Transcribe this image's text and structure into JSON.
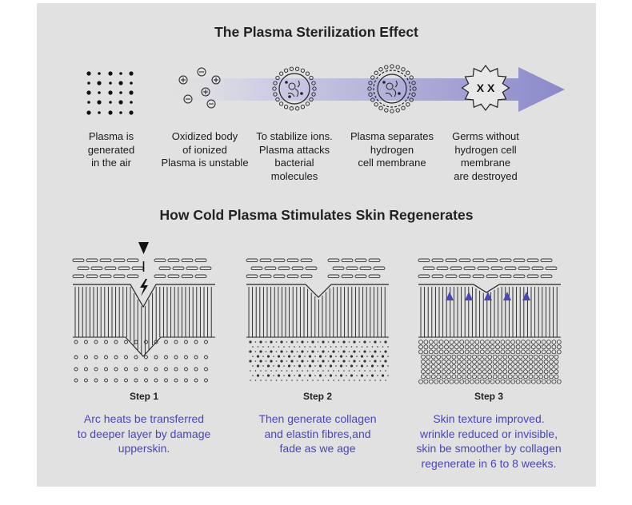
{
  "sterilization": {
    "title": "The Plasma Sterilization Effect",
    "stages": [
      {
        "caption": "Plasma is\ngenerated\nin the air",
        "icon": "dots-grid-icon"
      },
      {
        "caption": "Oxidized body\nof ionized\nPlasma is unstable",
        "icon": "ions-icon"
      },
      {
        "caption": "To stabilize ions.\nPlasma attacks\nbacterial\nmolecules",
        "icon": "bacteria-attacked-icon"
      },
      {
        "caption": "Plasma separates\nhydrogen\ncell membrane",
        "icon": "bacteria-membrane-icon"
      },
      {
        "caption": "Germs without\nhydrogen cell\nmembrane\nare destroyed",
        "icon": "destroyed-germ-icon"
      }
    ],
    "germ_marks": "X X",
    "arrow_color": "#8b89c9"
  },
  "skin": {
    "title": "How Cold Plasma Stimulates Skin Regenerates",
    "steps": [
      {
        "label": "Step 1",
        "description": "Arc heats be transferred\nto deeper layer by damage\nupperskin."
      },
      {
        "label": "Step 2",
        "description": "Then generate collagen\nand elastin fibres,and\nfade as we age"
      },
      {
        "label": "Step 3",
        "description": "Skin texture improved.\nwrinkle reduced or invisible,\nskin be smoother by collagen\nregenerate in 6 to 8 weeks."
      }
    ],
    "accent_color": "#4a45b8"
  }
}
